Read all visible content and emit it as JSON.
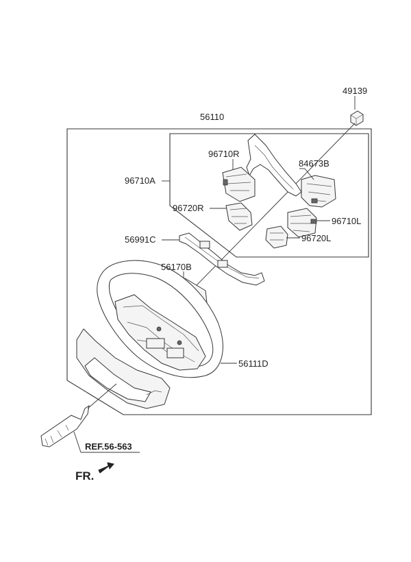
{
  "labels": {
    "p49139": "49139",
    "p56110": "56110",
    "p96710R": "96710R",
    "p84673B": "84673B",
    "p96710A": "96710A",
    "p96720R": "96720R",
    "p96710L": "96710L",
    "p56991C": "56991C",
    "p96720L": "96720L",
    "p56170B": "56170B",
    "p56111D": "56111D"
  },
  "reference": "REF.56-563",
  "direction": "FR."
}
